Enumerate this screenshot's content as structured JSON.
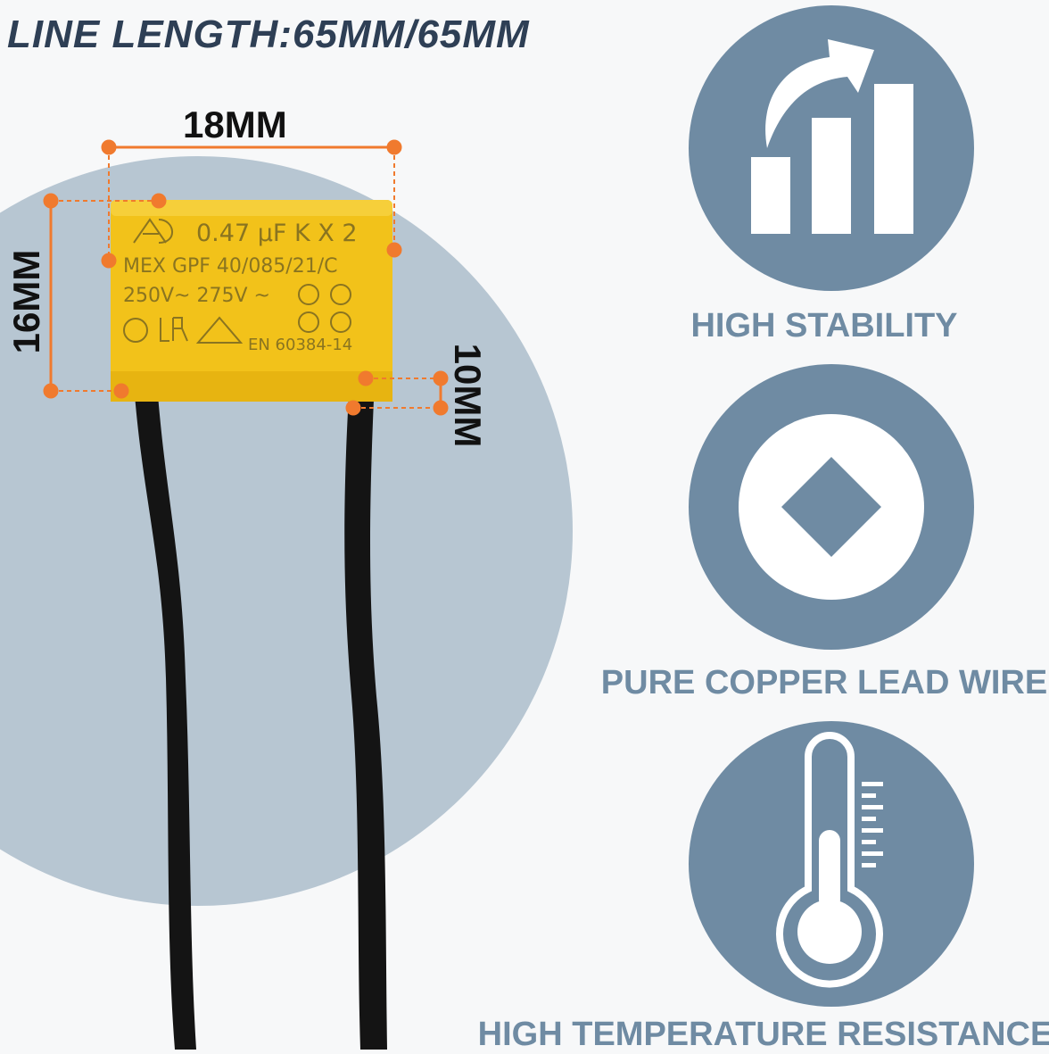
{
  "title": "LINE LENGTH:65MM/65MM",
  "dimensions": {
    "width": "18MM",
    "height": "16MM",
    "lead": "10MM"
  },
  "capacitor_markings": {
    "line1": "0.47 μF K X 2",
    "line2": "MEX GPF 40/085/21/C",
    "line3": "250V~ 275V ~",
    "line4": "EN 60384-14"
  },
  "features": [
    {
      "icon": "chart-up-icon",
      "label": "HIGH STABILITY"
    },
    {
      "icon": "diamond-icon",
      "label": "PURE COPPER LEAD WIRE"
    },
    {
      "icon": "thermometer-icon",
      "label": "HIGH TEMPERATURE RESISTANCE"
    }
  ],
  "colors": {
    "background": "#f7f8f9",
    "backdrop_circle": "#b7c6d2",
    "icon_circle": "#6f8ba3",
    "accent_orange": "#f07a2e",
    "capacitor_yellow": "#f2c21a",
    "title_text": "#2e3f55"
  }
}
